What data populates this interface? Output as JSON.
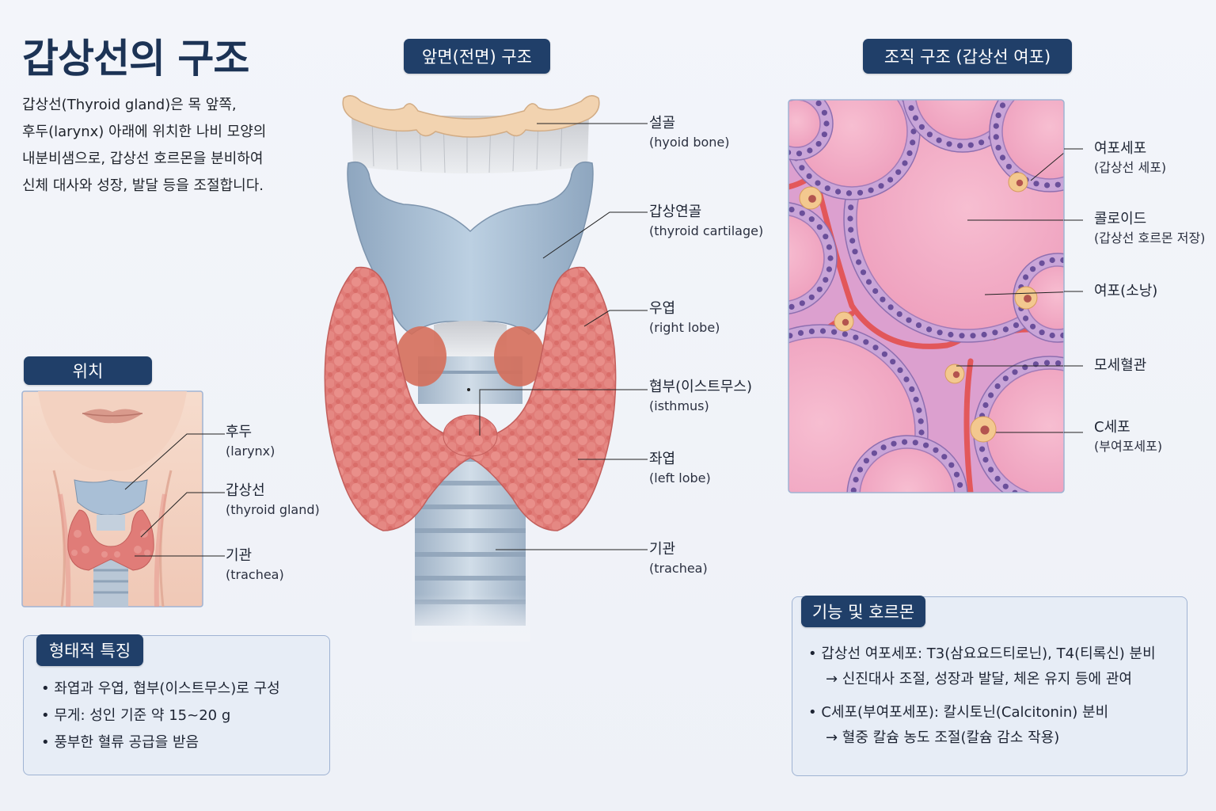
{
  "title": "갑상선의 구조",
  "intro": [
    "갑상선(Thyroid gland)은 목 앞쪽,",
    "후두(larynx) 아래에 위치한 나비 모양의",
    "내분비샘으로, 갑상선 호르몬을 분비하여",
    "신체 대사와 성장, 발달 등을 조절합니다."
  ],
  "location": {
    "heading": "위치",
    "labels": [
      {
        "ko": "후두",
        "en": "(larynx)"
      },
      {
        "ko": "갑상선",
        "en": "(thyroid gland)"
      },
      {
        "ko": "기관",
        "en": "(trachea)"
      }
    ]
  },
  "anterior": {
    "heading": "앞면(전면) 구조",
    "labels": [
      {
        "ko": "설골",
        "en": "(hyoid bone)"
      },
      {
        "ko": "갑상연골",
        "en": "(thyroid cartilage)"
      },
      {
        "ko": "우엽",
        "en": "(right lobe)"
      },
      {
        "ko": "협부(이스트무스)",
        "en": "(isthmus)"
      },
      {
        "ko": "좌엽",
        "en": "(left lobe)"
      },
      {
        "ko": "기관",
        "en": "(trachea)"
      }
    ]
  },
  "tissue": {
    "heading": "조직 구조 (갑상선 여포)",
    "labels": [
      {
        "ko": "여포세포",
        "en": "(갑상선 세포)"
      },
      {
        "ko": "콜로이드",
        "en": "(갑상선 호르몬 저장)"
      },
      {
        "ko": "여포(소낭)",
        "en": ""
      },
      {
        "ko": "모세혈관",
        "en": ""
      },
      {
        "ko": "C세포",
        "en": "(부여포세포)"
      }
    ]
  },
  "features": {
    "heading": "형태적 특징",
    "items": [
      "• 좌엽과 우엽, 협부(이스트무스)로 구성",
      "• 무게: 성인 기준 약 15~20 g",
      "• 풍부한 혈류 공급을 받음"
    ]
  },
  "functions": {
    "heading": "기능 및 호르몬",
    "items": [
      "• 갑상선 여포세포: T3(삼요요드티로닌), T4(티록신) 분비",
      "→ 신진대사 조절, 성장과 발달, 체온 유지 등에 관여",
      "• C세포(부여포세포): 칼시토닌(Calcitonin) 분비",
      "→ 혈중 칼슘 농도 조절(칼슘 감소 작용)"
    ]
  },
  "colors": {
    "navy": "#203f69",
    "thyroid": "#e07c78",
    "cartilage": "#a9bfd6",
    "hyoid": "#f2d3b0",
    "tissue_bg": "#e2a3cc",
    "colloid": "#f2a9c3",
    "cell_nucleus": "#6a4f9a",
    "vessel": "#e3504e"
  }
}
